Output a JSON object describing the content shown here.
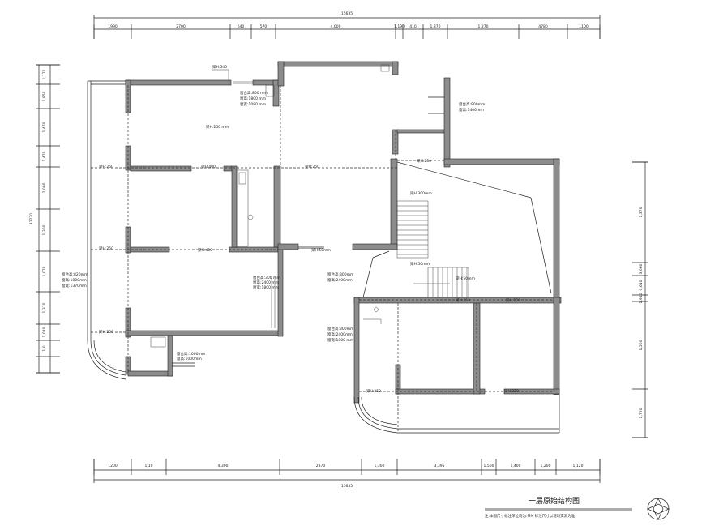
{
  "drawing": {
    "title": "一层原始结构图",
    "note": "注:本图尺寸标注单位均为:MM 标注尺寸以现场实测为准",
    "top_total": "15635",
    "bottom_total": "15635",
    "left_total": "12270"
  },
  "dims_top": [
    "1990",
    "2700",
    "640",
    "570",
    "4,000",
    "1,190",
    "410",
    "1,370",
    "1,270",
    "4780",
    "1100"
  ],
  "dims_bottom": [
    "1200",
    "1,10",
    "4,300",
    "2870",
    "1,300",
    "3,395",
    "1,500",
    "1,400",
    "1,200",
    "1,120"
  ],
  "dims_left": [
    "1,170",
    "1,950",
    "1,470",
    "1,470",
    "2,000",
    "1,300",
    "1,070",
    "1,370",
    "1,010",
    "1,0"
  ],
  "dims_right": [
    "1,370",
    "3,060",
    "0,610",
    "1,940",
    "1,500",
    "1,720"
  ],
  "labels": {
    "beam_top": "梁H:540",
    "room_a": "梁H:250 mm",
    "room_a_sub": "梁H:250",
    "note_a1": "窗台高:800 mm",
    "note_a2": "窗高:1800 mm",
    "note_a3": "窗宽:1080 mm",
    "door_l1": "梁H:250",
    "door_l2": "梁H:400",
    "door_r1": "梁H:250",
    "left_note1": "窗台高:820mm",
    "left_note2": "窗高:1800mm",
    "left_note3": "窗宽:1370mm",
    "bay_note1": "窗台高:1000mm",
    "bay_note2": "窗高:1000mm",
    "stair1": "梁H:300mm",
    "stair2": "梁H:50mm",
    "stair3": "梁H:50mm",
    "mid_left1": "窗台高:300mm",
    "mid_left2": "窗高:2400mm",
    "mid_low1": "窗台高:300 mm",
    "mid_low2": "窗高:2400 mm",
    "mid_low3": "窗宽:1800 mm",
    "ext_note": "窗台高:900mm",
    "ext_note2": "窗高:1400mm"
  }
}
